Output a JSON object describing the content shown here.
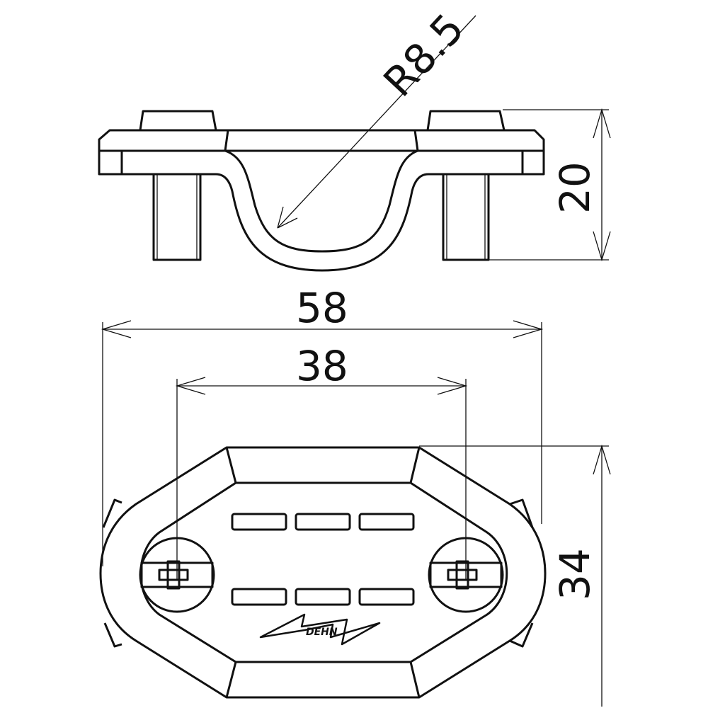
{
  "drawing": {
    "dimensions": {
      "radius": "R8.5",
      "height": "20",
      "overall_length": "58",
      "hole_spacing": "38",
      "width": "34"
    },
    "logo_text": "DEHN",
    "line_color": "#111111"
  }
}
